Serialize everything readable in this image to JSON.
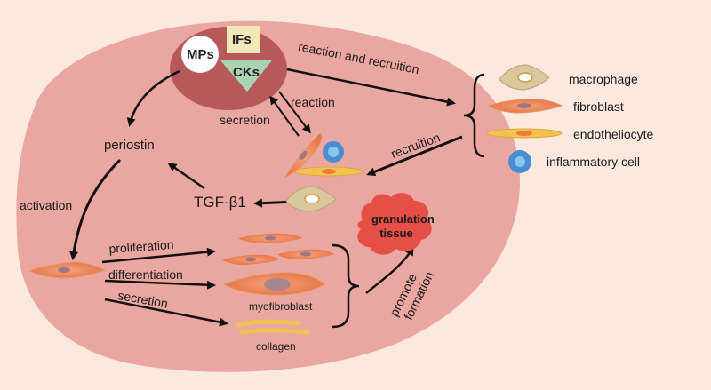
{
  "factors": {
    "mps": "MPs",
    "ifs": "IFs",
    "cks": "CKs"
  },
  "nodes": {
    "periostin": "periostin",
    "tgf": "TGF-β1",
    "granulation": [
      "granulation",
      "tissue"
    ],
    "myofibroblast": "myofibroblast",
    "collagen": "collagen"
  },
  "edges": {
    "reaction_and_recruition": "reaction and recruition",
    "reaction": "reaction",
    "secretion_up": "secretion",
    "recruition": "recruition",
    "activation": "activation",
    "proliferation": "proliferation",
    "differentiation": "differentiation",
    "secretion_down": "secretion",
    "promote_formation": [
      "promote",
      "formation"
    ]
  },
  "legend": [
    {
      "label": "macrophage",
      "icon": "macrophage-icon"
    },
    {
      "label": "fibroblast",
      "icon": "fibroblast-icon"
    },
    {
      "label": "endotheliocyte",
      "icon": "endotheliocyte-icon"
    },
    {
      "label": "inflammatory cell",
      "icon": "inflammatory-cell-icon"
    }
  ],
  "colors": {
    "background": "#fbe9df",
    "tissue": "#eaa6a1",
    "factor_blob": "#b7595a",
    "ifs_box": "#f2e8b8",
    "cks_triangle": "#a9d3b1",
    "granulation": "#e54f46",
    "fibroblast": "#ee8c5e",
    "macrophage": "#dac79b",
    "endotheliocyte": "#f1c252",
    "inflammatory": "#4a8ed0"
  }
}
